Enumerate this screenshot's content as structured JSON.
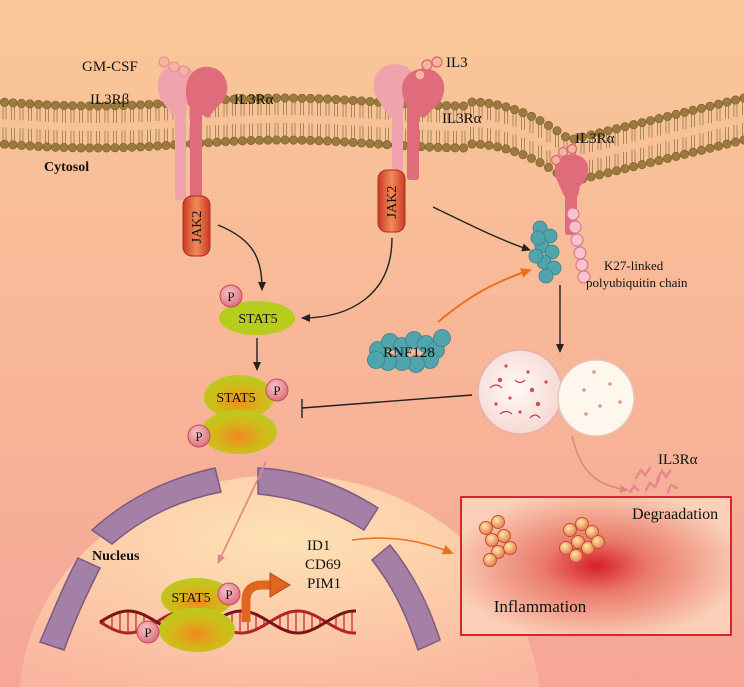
{
  "labels": {
    "gmcsf": "GM-CSF",
    "il3rb": "IL3Rβ",
    "il3ra_left": "IL3Rα",
    "il3": "IL3",
    "il3ra_mid": "IL3Rα",
    "il3ra_right": "IL3Rα",
    "cytosol": "Cytosol",
    "jak2_left": "JAK2",
    "jak2_mid": "JAK2",
    "p_symbol": "P",
    "stat5": "STAT5",
    "k27_line1": "K27-linked",
    "k27_line2": "polyubiquitin chain",
    "rnf128": "RNF128",
    "il3ra_degr": "IL3Rα",
    "degradation": "Degraadation",
    "nucleus": "Nucleus",
    "genes": [
      "ID1",
      "CD69",
      "PIM1"
    ],
    "inflammation": "Inflammation"
  },
  "colors": {
    "bg_top": "#f8c596",
    "bg_bottom": "#f7a89a",
    "membrane_head": "#9b7a3e",
    "receptor_alpha": "#e26d7c",
    "receptor_beta": "#f0a0aa",
    "jak2": "#e8563e",
    "stat5": "#b5cc1a",
    "phospho": "#e47b86",
    "rnf128": "#4b9fa6",
    "nuclear_envelope": "#a57fa8",
    "dna_red": "#c0282c",
    "inflammation_border": "#d8262c"
  }
}
